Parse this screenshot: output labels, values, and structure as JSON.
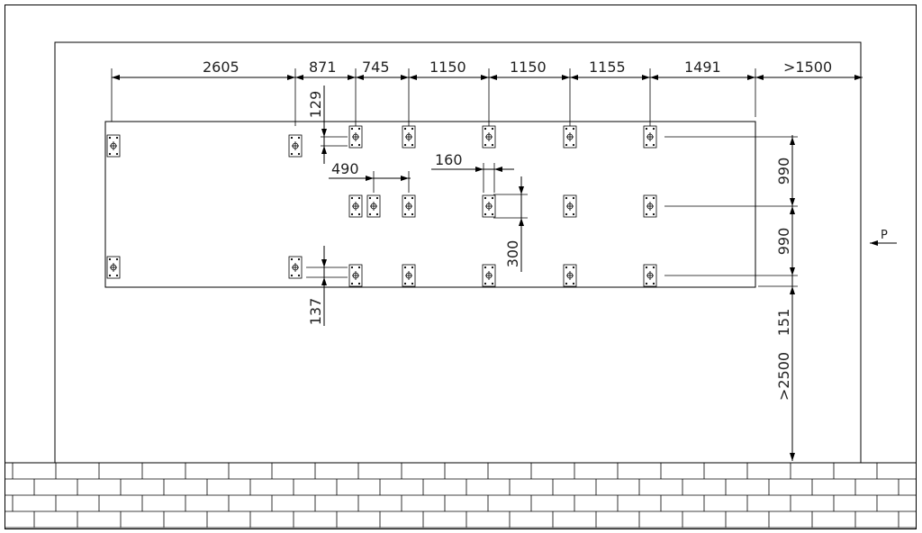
{
  "dimensions": {
    "top": [
      "2605",
      "871",
      "745",
      "1150",
      "1150",
      "1155",
      "1491",
      ">1500"
    ],
    "right": [
      "990",
      "990",
      "151",
      ">2500"
    ],
    "d129": "129",
    "d137": "137",
    "d490": "490",
    "d160": "160",
    "d300": "300"
  },
  "pressure_label": "P"
}
